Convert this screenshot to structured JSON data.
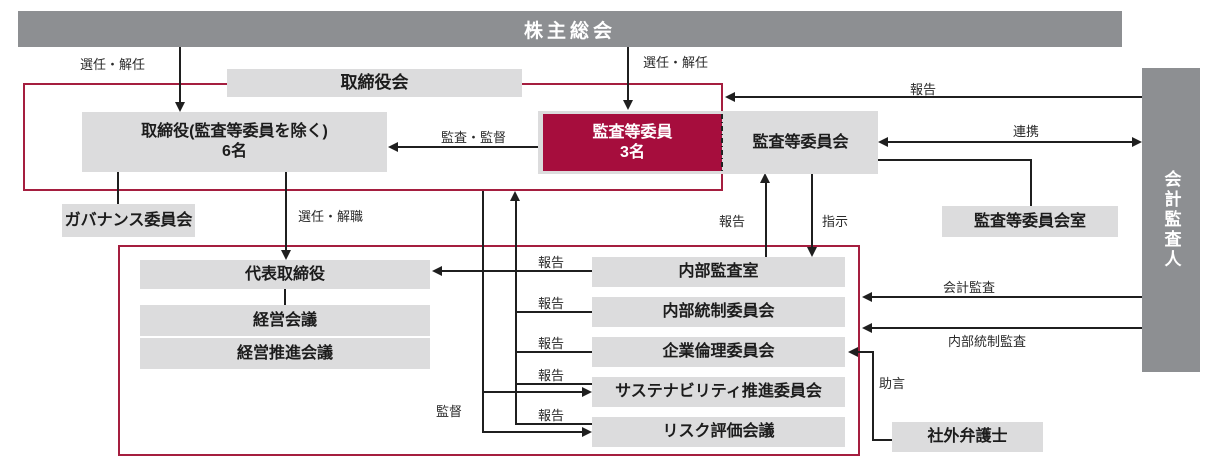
{
  "boxes": {
    "shareholders_meeting": "株主総会",
    "board_of_directors": "取締役会",
    "directors_l1": "取締役(監査等委員を除く)",
    "directors_l2": "6名",
    "audit_members_l1": "監査等委員",
    "audit_members_l2": "3名",
    "audit_committee": "監査等委員会",
    "governance_committee": "ガバナンス委員会",
    "audit_committee_office": "監査等委員会室",
    "accounting_auditor": "会計監査人",
    "representative_director": "代表取締役",
    "management_meeting": "経営会議",
    "management_promotion_meeting": "経営推進会議",
    "internal_audit_office": "内部監査室",
    "internal_control_committee": "内部統制委員会",
    "corporate_ethics_committee": "企業倫理委員会",
    "sustainability_committee": "サステナビリティ推進委員会",
    "risk_assessment_meeting": "リスク評価会議",
    "outside_lawyer": "社外弁護士"
  },
  "labels": {
    "appointment_dismissal": "選任・解任",
    "audit_supervision": "監査・監督",
    "report": "報告",
    "cooperation": "連携",
    "instruction": "指示",
    "appointment_dismissal_exec": "選任・解職",
    "supervision": "監督",
    "accounting_audit": "会計監査",
    "internal_control_audit": "内部統制監査",
    "advice": "助言"
  },
  "colors": {
    "accent": "#a60d3d",
    "header_gray": "#8d8f92",
    "box_gray": "#dcdcdd",
    "container_border": "#a51e3f"
  }
}
